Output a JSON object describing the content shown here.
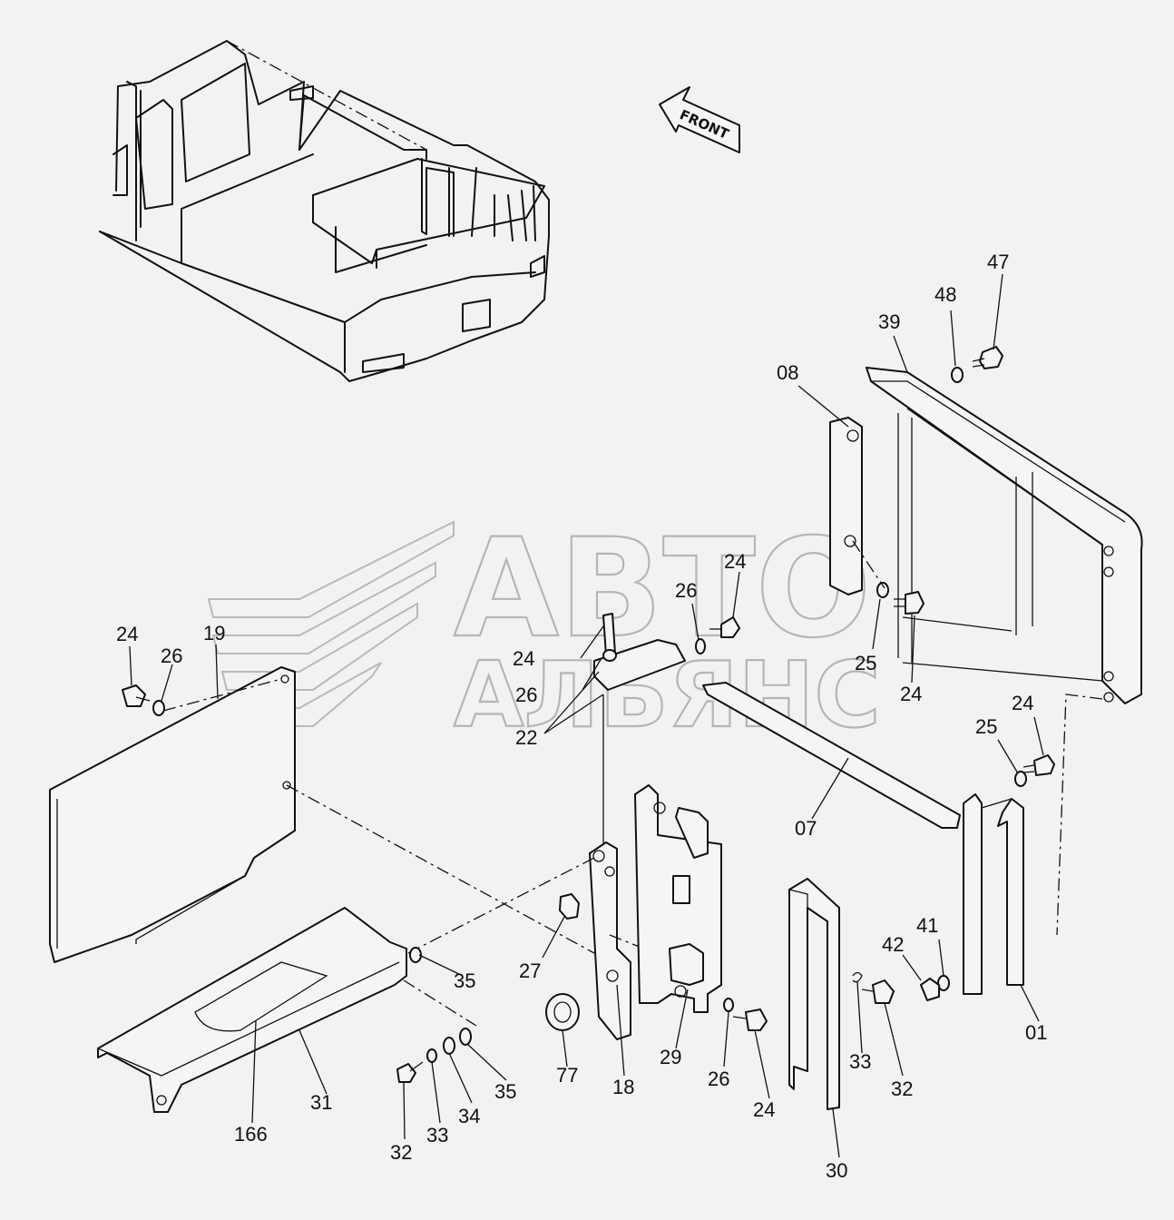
{
  "direction_label": "FRONT",
  "watermark": {
    "line1": "АВТО",
    "line2": "АЛЬЯНС"
  },
  "part_labels": [
    "47",
    "48",
    "39",
    "08",
    "24",
    "26",
    "19",
    "24",
    "26",
    "24",
    "26",
    "22",
    "25",
    "24",
    "24",
    "25",
    "07",
    "01",
    "41",
    "42",
    "33",
    "32",
    "35",
    "27",
    "77",
    "18",
    "29",
    "26",
    "24",
    "30",
    "31",
    "166",
    "32",
    "33",
    "34",
    "35"
  ]
}
